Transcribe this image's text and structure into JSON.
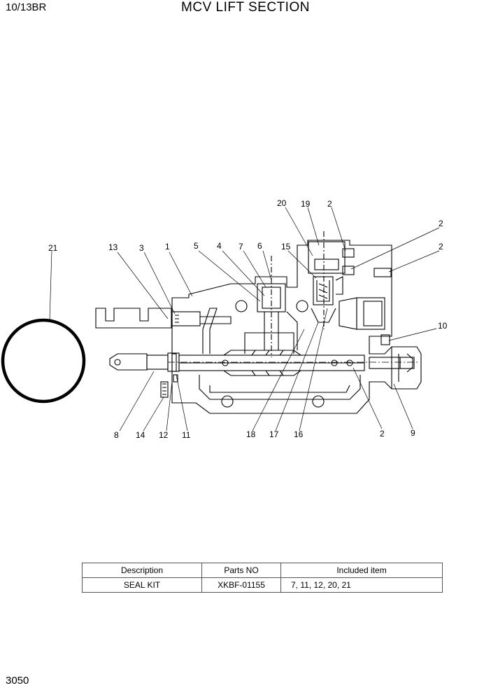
{
  "header": {
    "model": "10/13BR",
    "title": "MCV LIFT SECTION"
  },
  "footer": {
    "page_number": "3050"
  },
  "callouts": [
    "21",
    "13",
    "3",
    "1",
    "5",
    "4",
    "7",
    "6",
    "15",
    "20",
    "19",
    "2",
    "2",
    "2",
    "10",
    "8",
    "14",
    "12",
    "11",
    "18",
    "17",
    "16",
    "2",
    "9"
  ],
  "kit_table": {
    "headers": [
      "Description",
      "Parts NO",
      "Included item"
    ],
    "rows": [
      [
        "SEAL KIT",
        "XKBF-01155",
        "7, 11, 12, 20, 21"
      ]
    ]
  }
}
